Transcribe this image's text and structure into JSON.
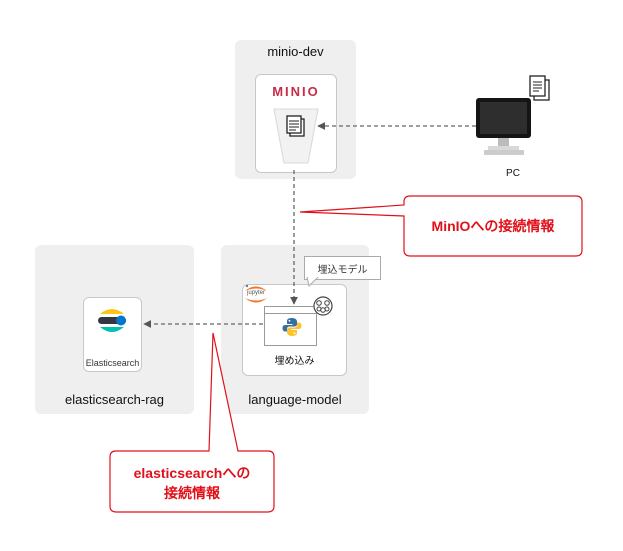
{
  "groups": {
    "minio": {
      "label": "minio-dev",
      "logo_text": "MINIO"
    },
    "elastic": {
      "label": "elasticsearch-rag",
      "card_label": "Elasticsearch"
    },
    "language": {
      "label": "language-model",
      "card_label": "埋め込み",
      "tooltip": "埋込モデル",
      "jupyter_text": "jupyter"
    }
  },
  "pc": {
    "label": "PC"
  },
  "callouts": {
    "minio_conn": "MinIOへの接続情報",
    "elastic_conn_line1": "elasticsearchへの",
    "elastic_conn_line2": "接続情報"
  },
  "colors": {
    "accent_red": "#e0101a",
    "minio_red": "#c72c48",
    "python_blue": "#3670a0",
    "python_yellow": "#ffc331",
    "jupyter_orange": "#f37626"
  }
}
